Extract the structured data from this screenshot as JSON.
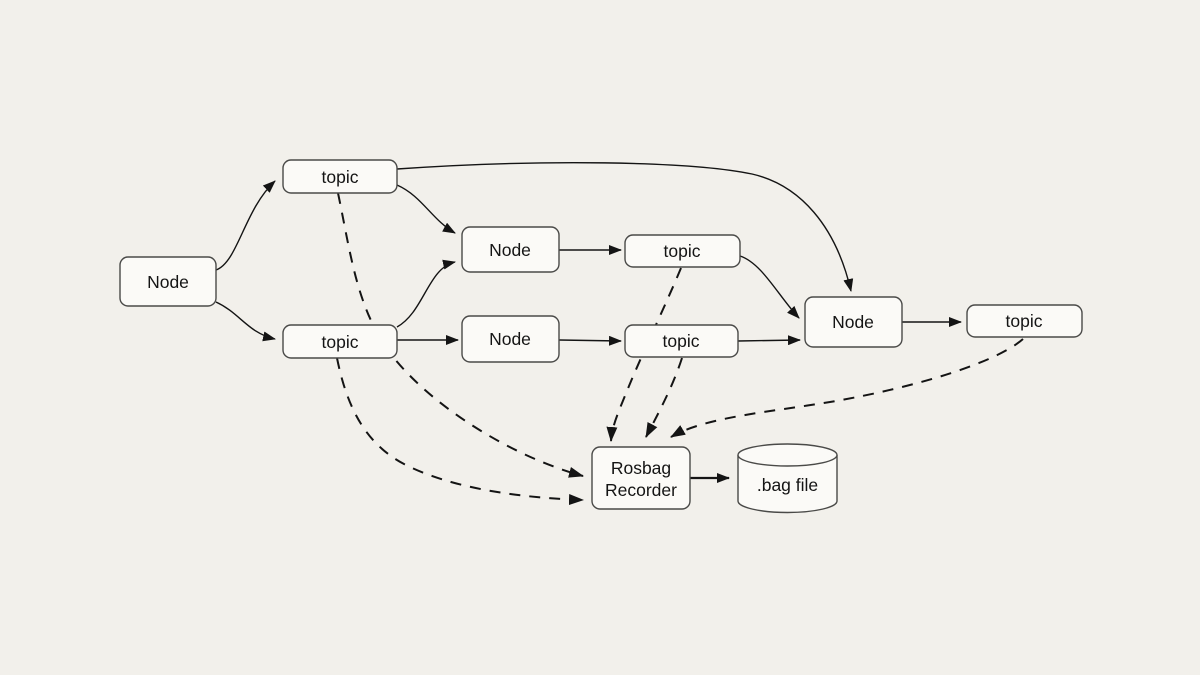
{
  "diagram": {
    "description": "ROS rosbag recording data flow diagram",
    "background_color": "#f2f0eb",
    "box_fill_color": "#fbfaf7",
    "box_border_color": "#4a4a48",
    "line_color": "#141414",
    "nodes": {
      "node_left": {
        "label": "Node",
        "shape": "rounded-rect"
      },
      "topic_top": {
        "label": "topic",
        "shape": "rounded-rect"
      },
      "topic_left_bottom": {
        "label": "topic",
        "shape": "rounded-rect"
      },
      "node_mid_top": {
        "label": "Node",
        "shape": "rounded-rect"
      },
      "node_mid_bottom": {
        "label": "Node",
        "shape": "rounded-rect"
      },
      "topic_mid_top": {
        "label": "topic",
        "shape": "rounded-rect"
      },
      "topic_mid_bottom": {
        "label": "topic",
        "shape": "rounded-rect"
      },
      "node_right": {
        "label": "Node",
        "shape": "rounded-rect"
      },
      "topic_right": {
        "label": "topic",
        "shape": "rounded-rect"
      },
      "rosbag_recorder": {
        "label_line1": "Rosbag",
        "label_line2": "Recorder",
        "shape": "rounded-rect"
      },
      "bag_file": {
        "label": ".bag file",
        "shape": "cylinder"
      }
    },
    "edges": [
      {
        "from": "node_left",
        "to": "topic_top",
        "style": "solid"
      },
      {
        "from": "node_left",
        "to": "topic_left_bottom",
        "style": "solid"
      },
      {
        "from": "topic_top",
        "to": "node_mid_top",
        "style": "solid"
      },
      {
        "from": "topic_top",
        "to": "node_right",
        "style": "solid"
      },
      {
        "from": "topic_left_bottom",
        "to": "node_mid_top",
        "style": "solid"
      },
      {
        "from": "topic_left_bottom",
        "to": "node_mid_bottom",
        "style": "solid"
      },
      {
        "from": "node_mid_top",
        "to": "topic_mid_top",
        "style": "solid"
      },
      {
        "from": "node_mid_bottom",
        "to": "topic_mid_bottom",
        "style": "solid"
      },
      {
        "from": "topic_mid_top",
        "to": "node_right",
        "style": "solid"
      },
      {
        "from": "topic_mid_bottom",
        "to": "node_right",
        "style": "solid"
      },
      {
        "from": "node_right",
        "to": "topic_right",
        "style": "solid"
      },
      {
        "from": "topic_top",
        "to": "rosbag_recorder",
        "style": "dashed"
      },
      {
        "from": "topic_left_bottom",
        "to": "rosbag_recorder",
        "style": "dashed"
      },
      {
        "from": "topic_mid_top",
        "to": "rosbag_recorder",
        "style": "dashed"
      },
      {
        "from": "topic_mid_bottom",
        "to": "rosbag_recorder",
        "style": "dashed"
      },
      {
        "from": "topic_right",
        "to": "rosbag_recorder",
        "style": "dashed"
      },
      {
        "from": "rosbag_recorder",
        "to": "bag_file",
        "style": "solid"
      }
    ]
  }
}
